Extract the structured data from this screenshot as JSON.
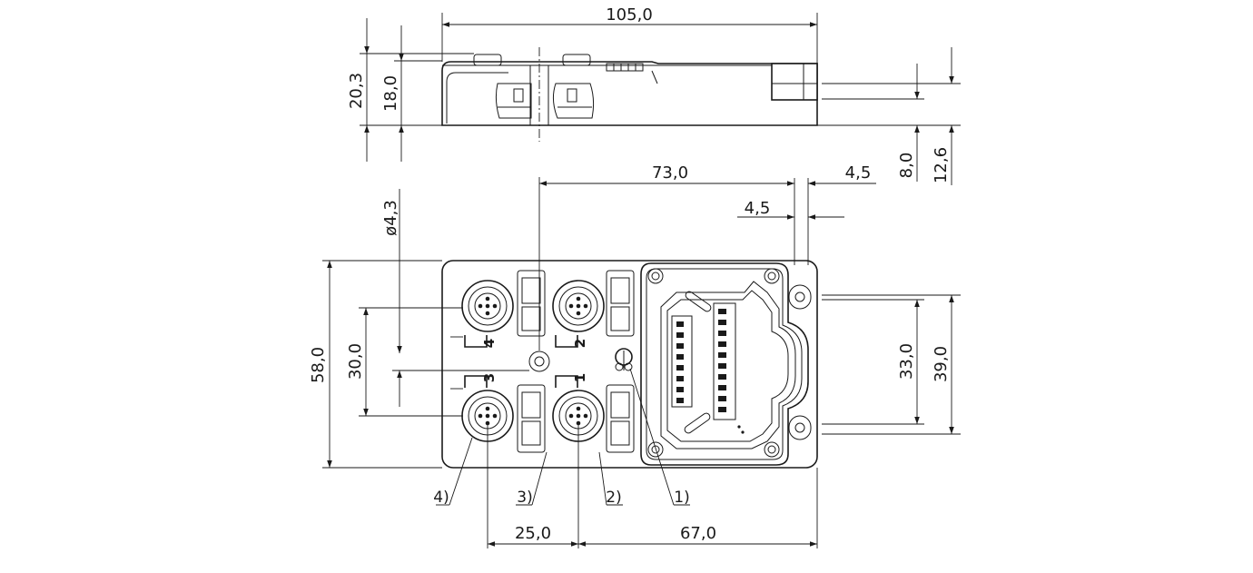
{
  "drawing": {
    "dimensions": {
      "width_total": "105,0",
      "height_total": "20,3",
      "height_body": "18,0",
      "flange_height": "8,0",
      "flange_top": "12,6",
      "hole_offset": "73,0",
      "hole_margin_top": "4,5",
      "hole_margin_inner": "4,5",
      "hole_diameter": "ø4,3",
      "length": "58,0",
      "connector_pitch": "30,0",
      "mount_inner": "33,0",
      "mount_outer": "39,0",
      "port_pitch": "25,0",
      "port_to_end": "67,0"
    },
    "port_numbers": [
      "4",
      "2",
      "3",
      "1"
    ],
    "callouts": [
      "4)",
      "3)",
      "2)",
      "1)"
    ]
  }
}
